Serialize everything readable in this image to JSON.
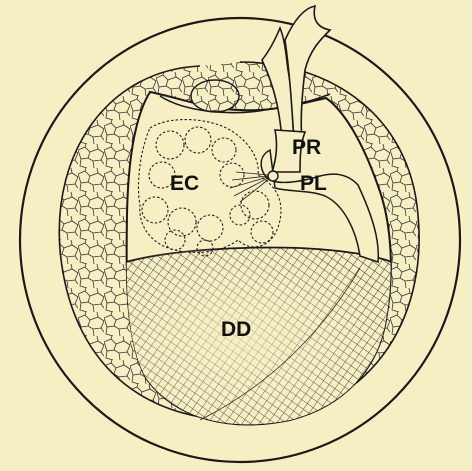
{
  "figure": {
    "background": "#f6efc3",
    "ink": "#1a1a1a",
    "labels": {
      "pr": "PR",
      "pl": "PL",
      "ec": "EC",
      "dd": "DD"
    }
  }
}
